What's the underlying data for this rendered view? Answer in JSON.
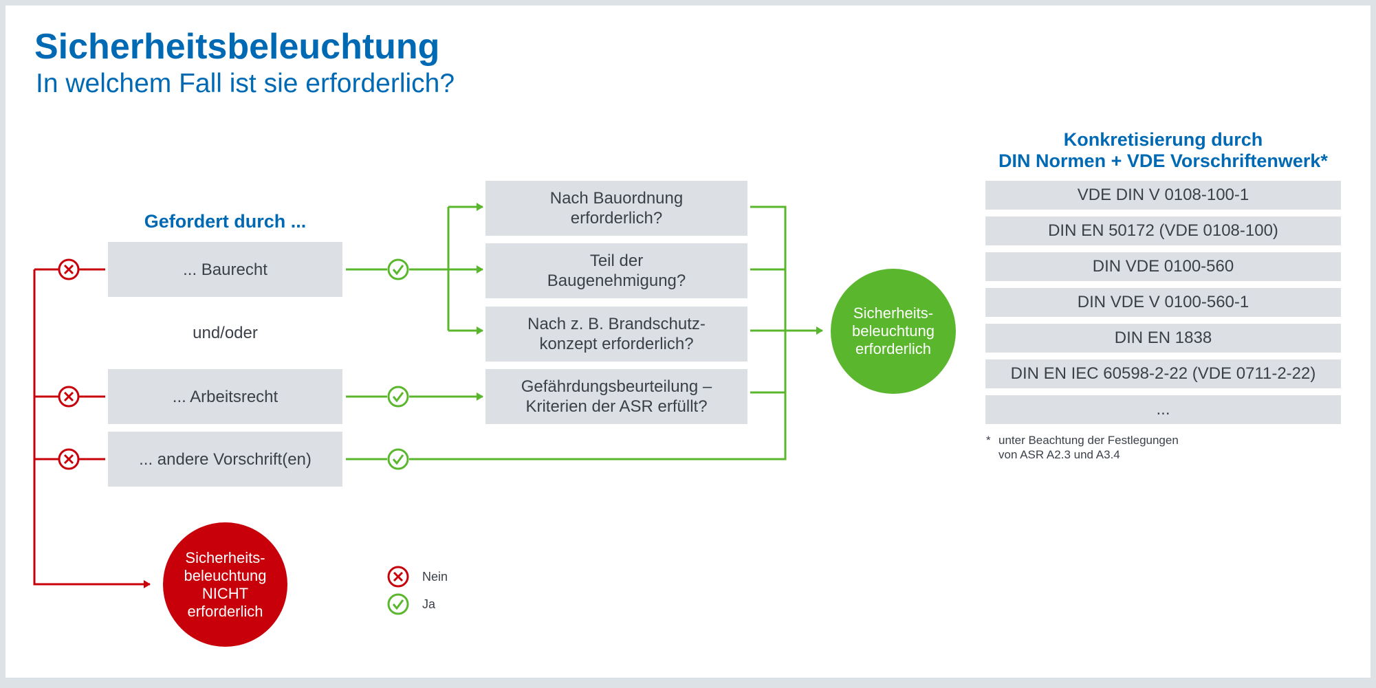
{
  "header": {
    "title": "Sicherheitsbeleuchtung",
    "subtitle": "In welchem Fall ist sie erforderlich?"
  },
  "colors": {
    "brand_blue": "#0069b4",
    "yes_green": "#5ab72d",
    "no_red": "#c8000a",
    "box_gray": "#dce0e4"
  },
  "requirements": {
    "heading": "Gefordert durch ...",
    "connector": "und/oder",
    "items": [
      {
        "label": "... Baurecht"
      },
      {
        "label": "... Arbeitsrecht"
      },
      {
        "label": "... andere Vorschrift(en)"
      }
    ]
  },
  "questions": [
    {
      "label": "Nach Bauordnung erforderlich?"
    },
    {
      "label": "Teil der Baugenehmigung?"
    },
    {
      "label": "Nach z. B. Brandschutz-konzept erforderlich?"
    },
    {
      "label": "Gefährdungsbeurteilung – Kriterien der ASR erfüllt?"
    }
  ],
  "results": {
    "required": "Sicherheits-beleuchtung erforderlich",
    "not_required": "Sicherheits-beleuchtung NICHT erforderlich"
  },
  "standards": {
    "heading_line1": "Konkretisierung durch",
    "heading_line2": "DIN Normen + VDE Vorschriftenwerk*",
    "items": [
      "VDE DIN V 0108-100-1",
      "DIN EN 50172 (VDE 0108-100)",
      "DIN VDE 0100-560",
      "DIN VDE V 0100-560-1",
      "DIN EN 1838",
      "DIN EN IEC 60598-2-22 (VDE 0711-2-22)",
      "..."
    ],
    "footnote_mark": "*",
    "footnote": "unter Beachtung der Festlegungen\nvon ASR A2.3 und A3.4"
  },
  "legend": {
    "no": {
      "icon": "cross-circle-icon",
      "label": "Nein"
    },
    "yes": {
      "icon": "check-circle-icon",
      "label": "Ja"
    }
  }
}
